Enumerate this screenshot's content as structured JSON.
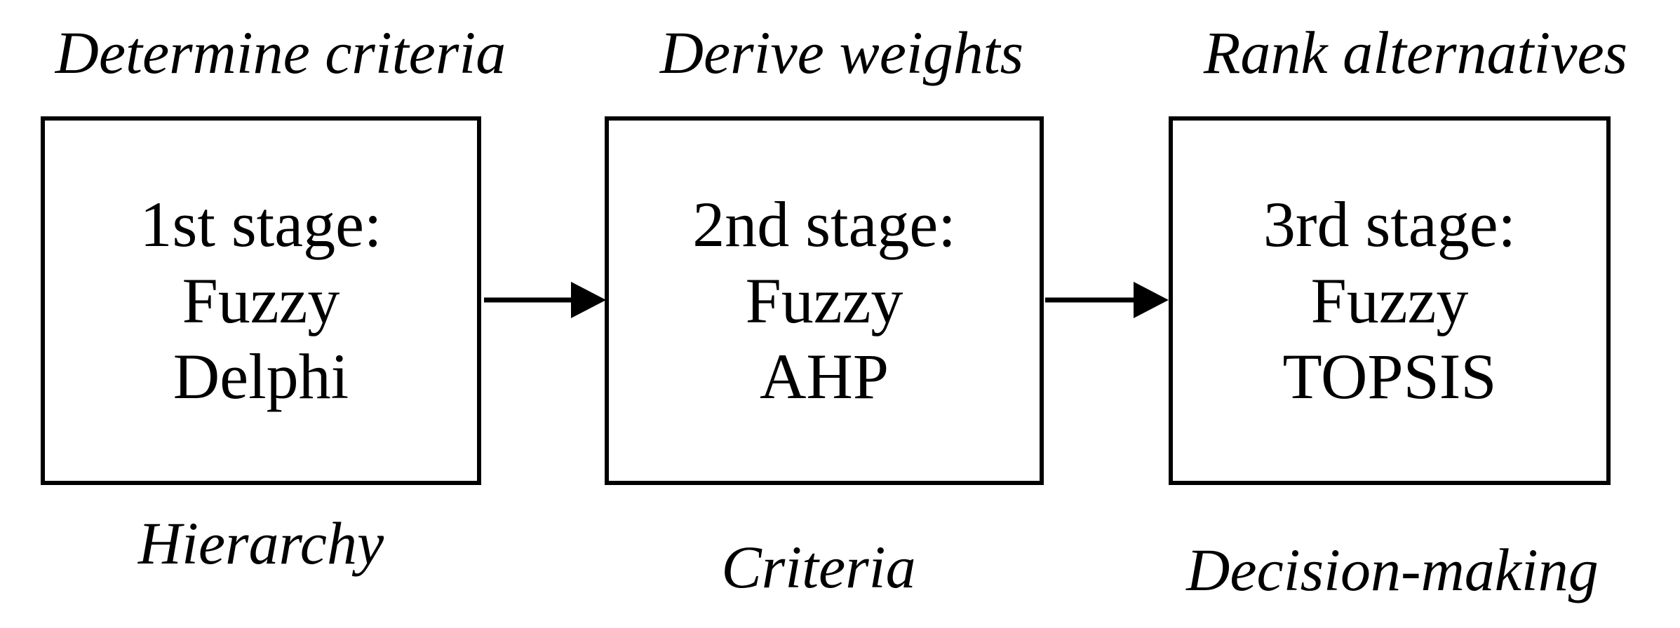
{
  "stages": [
    {
      "top_label": "Determine criteria",
      "lines": [
        "1st stage:",
        "Fuzzy",
        "Delphi"
      ],
      "bottom_label": "Hierarchy"
    },
    {
      "top_label": "Derive weights",
      "lines": [
        "2nd stage:",
        "Fuzzy",
        "AHP"
      ],
      "bottom_label": "Criteria"
    },
    {
      "top_label": "Rank alternatives",
      "lines": [
        "3rd stage:",
        "Fuzzy",
        "TOPSIS"
      ],
      "bottom_label": "Decision-making"
    }
  ],
  "colors": {
    "stroke": "#000000",
    "background": "#ffffff"
  }
}
